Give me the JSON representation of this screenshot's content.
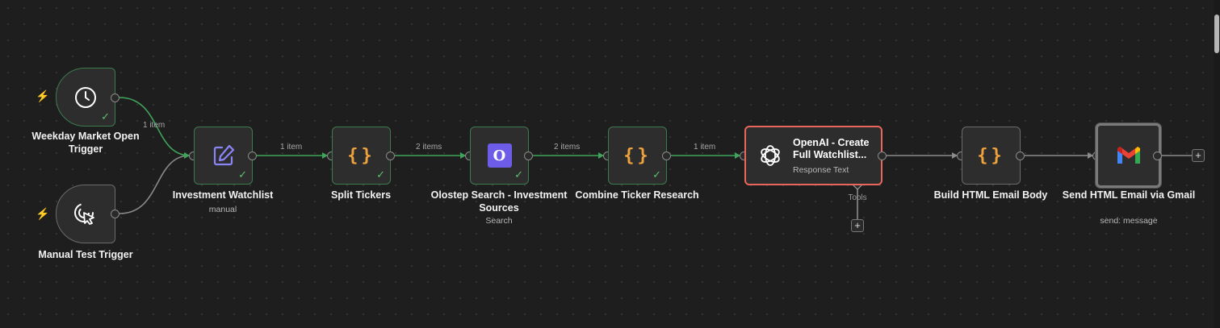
{
  "canvas": {
    "colors": {
      "success": "#5cc06c",
      "ai_border": "#e8675a",
      "brace": "#f0a33c",
      "edit": "#8a84f7",
      "olostep": "#6c5ce7"
    }
  },
  "nodes": {
    "weekday_trigger": {
      "label": "Weekday Market Open Trigger",
      "icon": "clock-icon"
    },
    "manual_trigger": {
      "label": "Manual Test Trigger",
      "icon": "pointer-click-icon"
    },
    "investment_watchlist": {
      "label": "Investment Watchlist",
      "sub": "manual",
      "icon": "edit-icon"
    },
    "split_tickers": {
      "label": "Split Tickers",
      "icon": "code-braces-icon"
    },
    "olostep_search": {
      "label": "Olostep Search - Investment Sources",
      "sub": "Search",
      "icon": "olostep-logo"
    },
    "combine_ticker": {
      "label": "Combine Ticker Research",
      "icon": "code-braces-icon"
    },
    "openai": {
      "title": "OpenAI - Create Full Watchlist...",
      "sub": "Response Text",
      "tools_label": "Tools",
      "icon": "openai-logo"
    },
    "build_html": {
      "label": "Build HTML Email Body",
      "icon": "code-braces-icon"
    },
    "send_gmail": {
      "label": "Send HTML Email via Gmail",
      "sub": "send: message",
      "icon": "gmail-logo"
    }
  },
  "edges": {
    "e1": "1 item",
    "e2": "1 item",
    "e3": "2 items",
    "e4": "2 items",
    "e5": "1 item"
  },
  "glyphs": {
    "check": "✓",
    "bolt": "⚡",
    "plus": "+",
    "braces": "{}",
    "olostep": "O"
  }
}
